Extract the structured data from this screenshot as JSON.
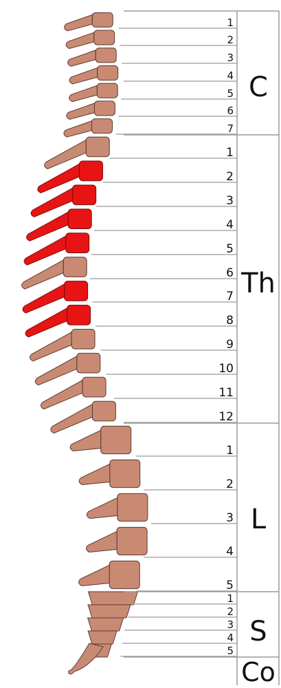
{
  "colors": {
    "bone": "#c98a73",
    "bone_outline": "#5a3a30",
    "highlight": "#e81414",
    "highlight_outline": "#7a0a0a",
    "guide_line": "#9a9a9a",
    "text": "#111111"
  },
  "regions": [
    {
      "letter": "C",
      "vertebrae": [
        "1",
        "2",
        "3",
        "4",
        "5",
        "6",
        "7"
      ]
    },
    {
      "letter": "Th",
      "vertebrae": [
        "1",
        "2",
        "3",
        "4",
        "5",
        "6",
        "7",
        "8",
        "9",
        "10",
        "11",
        "12"
      ]
    },
    {
      "letter": "L",
      "vertebrae": [
        "1",
        "2",
        "3",
        "4",
        "5"
      ]
    },
    {
      "letter": "S",
      "vertebrae": [
        "1",
        "2",
        "3",
        "4",
        "5"
      ]
    },
    {
      "letter": "Co",
      "vertebrae": []
    }
  ],
  "highlighted_vertebrae": [
    {
      "region": "Th",
      "number": "2"
    },
    {
      "region": "Th",
      "number": "3"
    },
    {
      "region": "Th",
      "number": "4"
    },
    {
      "region": "Th",
      "number": "5"
    },
    {
      "region": "Th",
      "number": "7"
    },
    {
      "region": "Th",
      "number": "8"
    }
  ]
}
